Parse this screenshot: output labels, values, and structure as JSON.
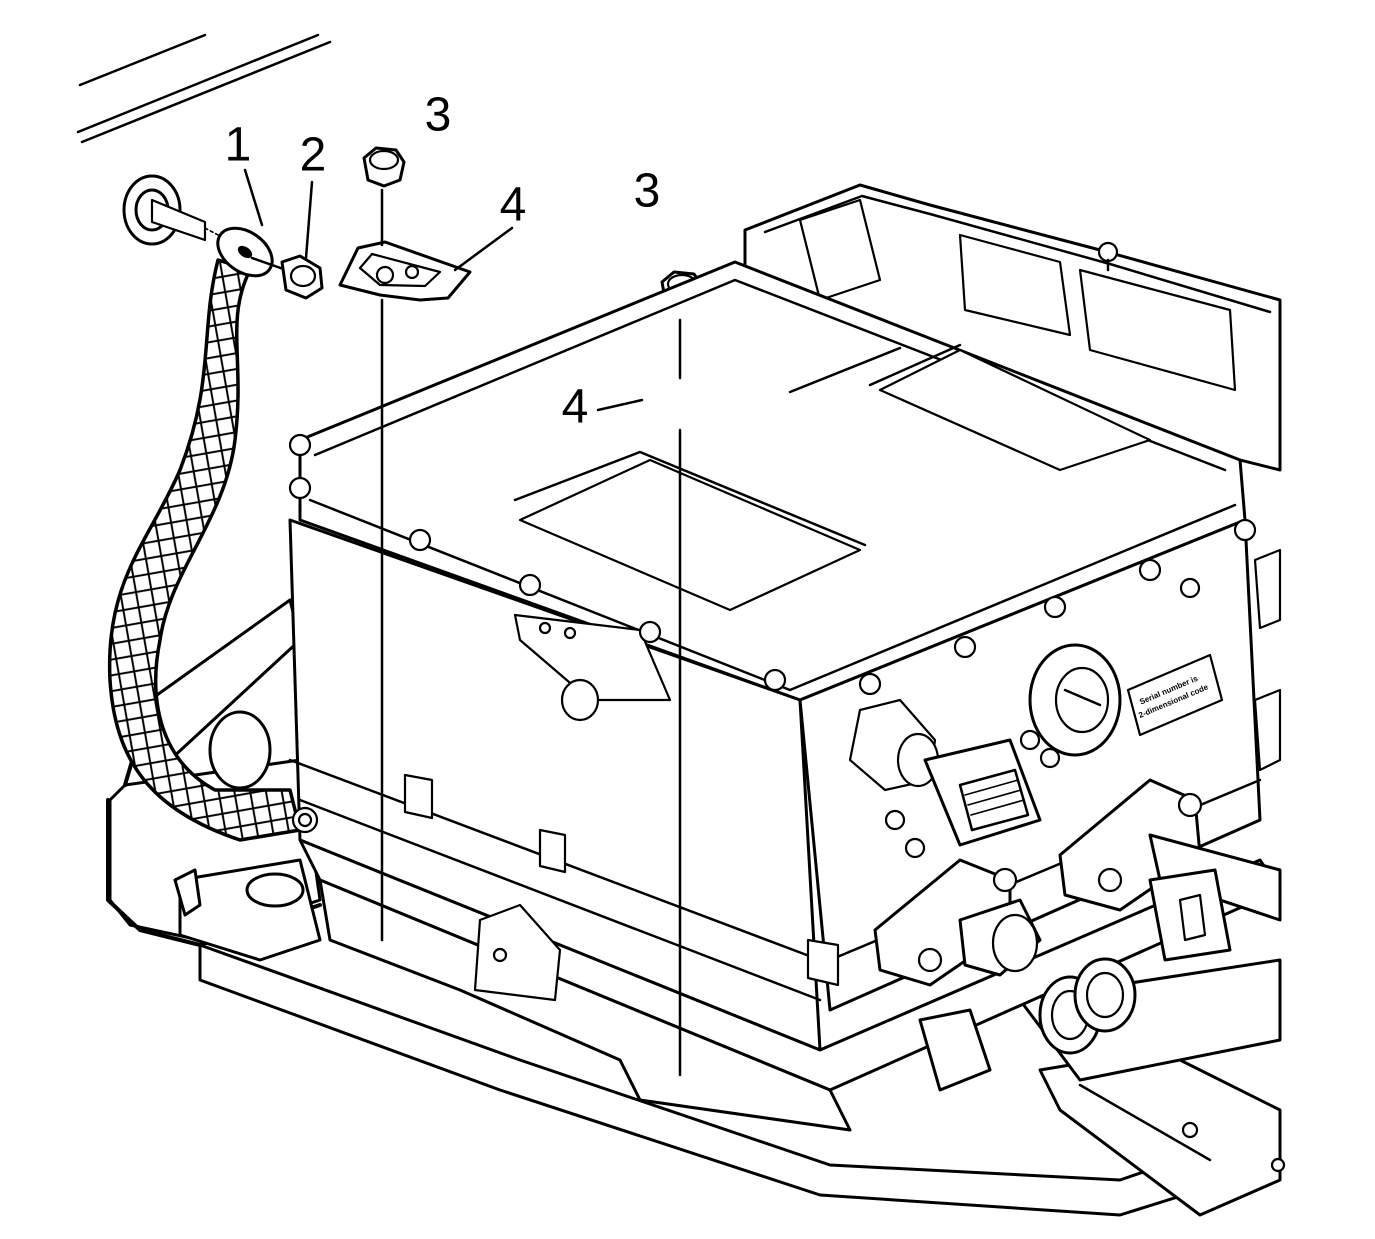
{
  "callouts": {
    "label_1": "1",
    "label_2": "2",
    "label_3a": "3",
    "label_3b": "3",
    "label_4a": "4",
    "label_4b": "4"
  },
  "decal_text": {
    "line1": "Serial number is",
    "line2": "2-dimensional code"
  }
}
